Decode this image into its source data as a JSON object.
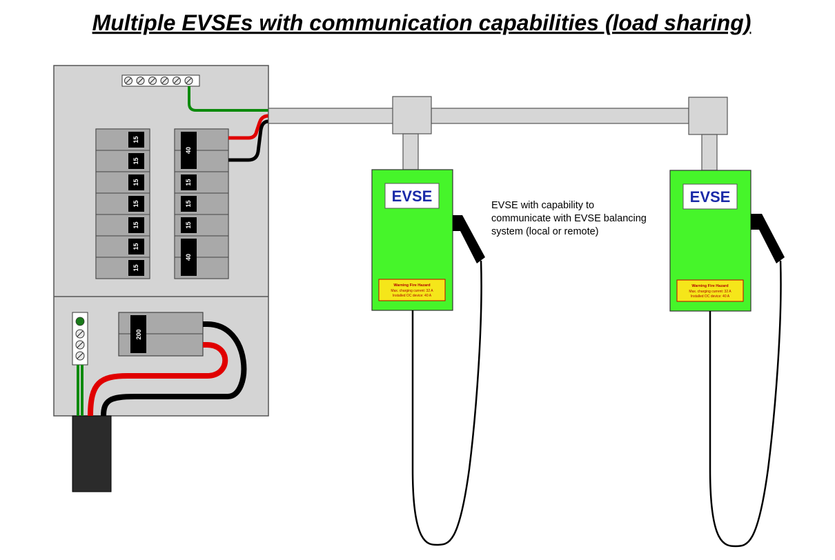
{
  "title": "Multiple EVSEs with communication capabilities (load sharing)",
  "panel": {
    "left_breakers": [
      "15",
      "15",
      "15",
      "15",
      "15",
      "15",
      "15"
    ],
    "right_breakers": [
      "40",
      "15",
      "15",
      "15",
      "40"
    ],
    "main_breaker": "200"
  },
  "evse_units": [
    {
      "label": "EVSE",
      "warning": {
        "title": "Warning Fire Hazard",
        "line1": "Max. charging current: 32 A",
        "line2": "Installed OC device: 40 A"
      }
    },
    {
      "label": "EVSE",
      "warning": {
        "title": "Warning Fire Hazard",
        "line1": "Max. charging current: 32 A",
        "line2": "Installed OC device: 40 A"
      }
    }
  ],
  "annotation": {
    "line1": "EVSE with capability to",
    "line2": "communicate with EVSE balancing",
    "line3": "system (local or remote)"
  },
  "colors": {
    "panel_fill": "#d4d4d4",
    "breaker_fill": "#a9a9a9",
    "evse_green": "#46f52a",
    "conduit_fill": "#d6d6d6",
    "wire_red": "#e00000",
    "wire_green": "#0d8a0d",
    "wire_black": "#000000",
    "label_yellow": "#f5e61a"
  }
}
